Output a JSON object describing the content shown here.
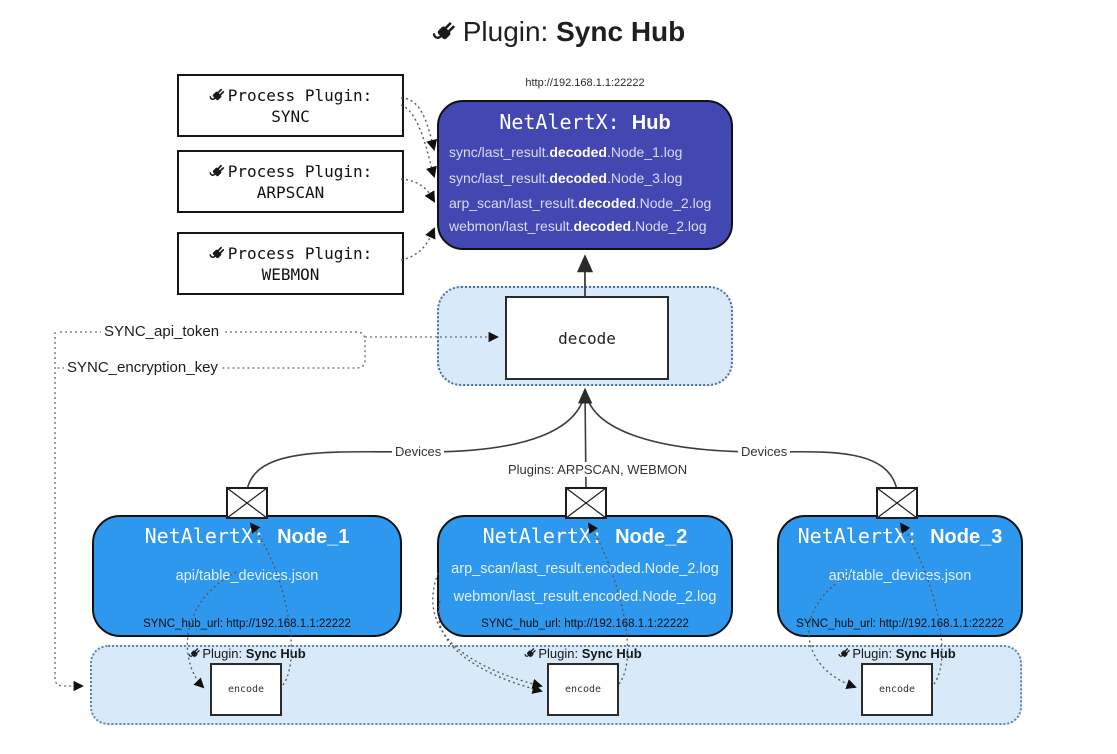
{
  "title": {
    "prefix": "Plugin:",
    "name": "Sync Hub"
  },
  "hub": {
    "url": "http://192.168.1.1:22222",
    "title_prefix": "NetAlertX:",
    "title_name": "Hub",
    "logs": [
      {
        "pre": "sync/last_result.",
        "bold": "decoded",
        "post": ".Node_1.log"
      },
      {
        "pre": "sync/last_result.",
        "bold": "decoded",
        "post": ".Node_3.log"
      },
      {
        "pre": "arp_scan/last_result.",
        "bold": "decoded",
        "post": ".Node_2.log"
      },
      {
        "pre": "webmon/last_result.",
        "bold": "decoded",
        "post": ".Node_2.log"
      }
    ]
  },
  "process_plugins": [
    {
      "label": "Process Plugin:",
      "name": "SYNC"
    },
    {
      "label": "Process Plugin:",
      "name": "ARPSCAN"
    },
    {
      "label": "Process Plugin:",
      "name": "WEBMON"
    }
  ],
  "decode": {
    "label": "decode"
  },
  "config": {
    "api_token": "SYNC_api_token",
    "encryption_key": "SYNC_encryption_key"
  },
  "edges": {
    "devices_left": "Devices",
    "plugins_mid": "Plugins: ARPSCAN, WEBMON",
    "devices_right": "Devices"
  },
  "nodes": [
    {
      "title_prefix": "NetAlertX:",
      "name": "Node_1",
      "files": [
        "api/table_devices.json"
      ],
      "hub_url": "SYNC_hub_url: http://192.168.1.1:22222"
    },
    {
      "title_prefix": "NetAlertX:",
      "name": "Node_2",
      "files": [
        "arp_scan/last_result.encoded.Node_2.log",
        "webmon/last_result.encoded.Node_2.log"
      ],
      "hub_url": "SYNC_hub_url: http://192.168.1.1:22222"
    },
    {
      "title_prefix": "NetAlertX:",
      "name": "Node_3",
      "files": [
        "api/table_devices.json"
      ],
      "hub_url": "SYNC_hub_url: http://192.168.1.1:22222"
    }
  ],
  "encoders": [
    {
      "label_prefix": "Plugin:",
      "label_name": "Sync Hub",
      "box": "encode"
    },
    {
      "label_prefix": "Plugin:",
      "label_name": "Sync Hub",
      "box": "encode"
    },
    {
      "label_prefix": "Plugin:",
      "label_name": "Sync Hub",
      "box": "encode"
    }
  ],
  "colors": {
    "node_blue": "#2e97ee",
    "hub_indigo": "#4347b2",
    "panel_blue": "#d8eafa",
    "panel_border": "#4d7196",
    "line_dark": "#3d3d3d"
  }
}
